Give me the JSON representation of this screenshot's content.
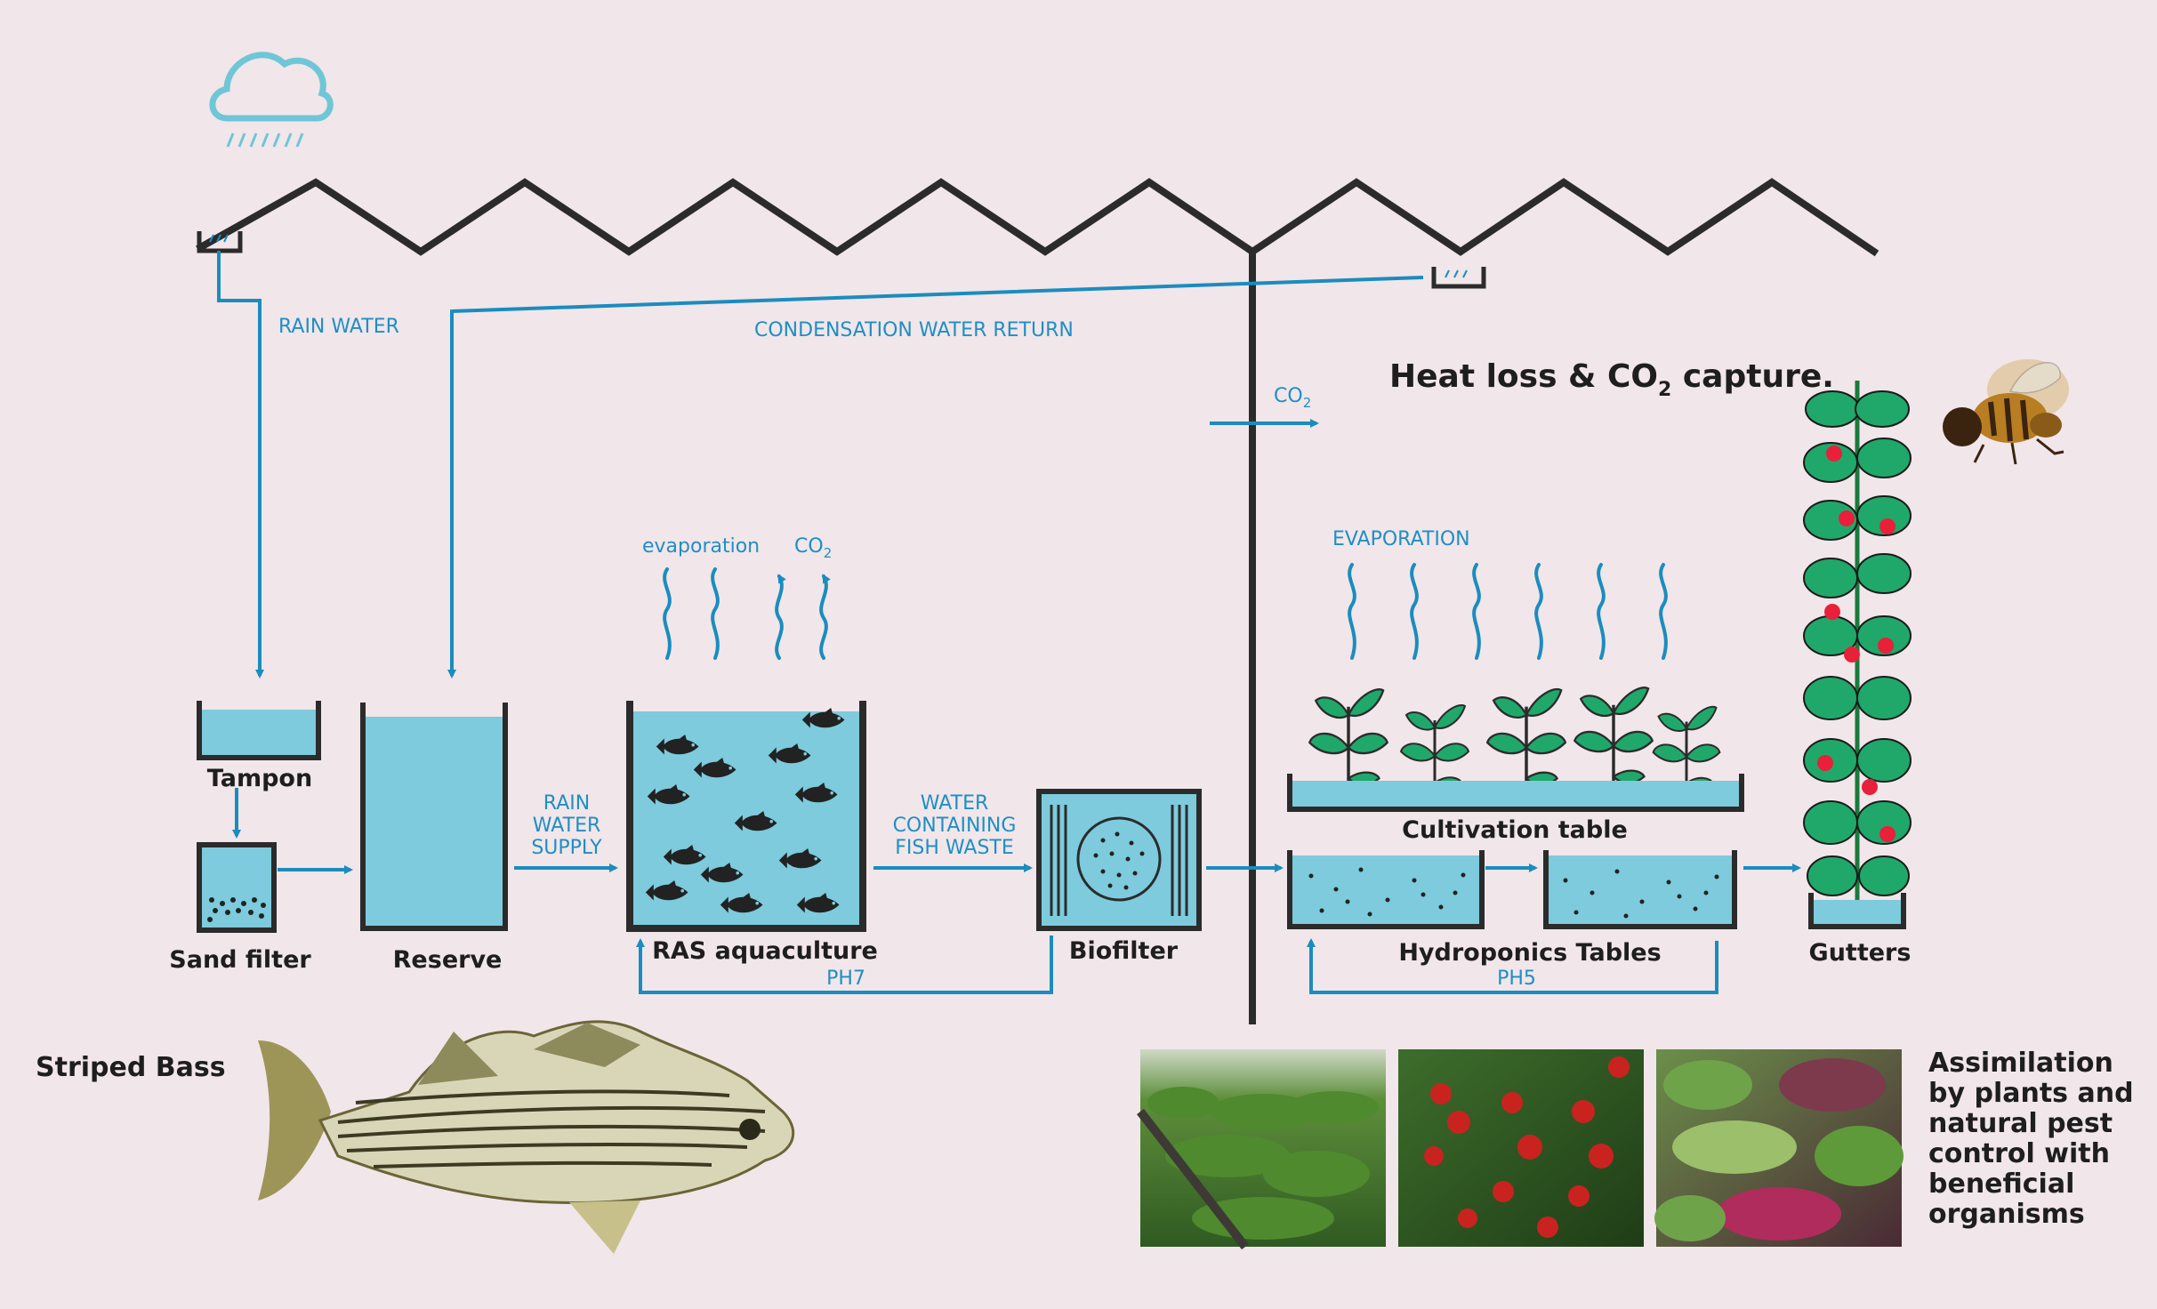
{
  "flows": {
    "rain_water": "RAIN WATER",
    "condensation": "CONDENSATION WATER RETURN",
    "co2_top": "CO",
    "co2_sub": "2",
    "evaporation_fish": "evaporation",
    "co2_fish": "CO",
    "co2_fish_sub": "2",
    "evaporation_plants": "EVAPORATION",
    "rain_supply": [
      "RAIN",
      "WATER",
      "SUPPLY"
    ],
    "fish_waste": [
      "WATER",
      "CONTAINING",
      "FISH WASTE"
    ],
    "ph7": "PH7",
    "ph5": "PH5"
  },
  "heading": {
    "part1": "Heat loss & CO",
    "sub": "2",
    "part2": " capture."
  },
  "components": {
    "tampon": "Tampon",
    "sand_filter": "Sand filter",
    "reserve": "Reserve",
    "ras": "RAS aquaculture",
    "biofilter": "Biofilter",
    "cultivation_table": "Cultivation table",
    "hydroponics": "Hydroponics Tables",
    "gutters": "Gutters"
  },
  "captions": {
    "striped_bass": "Striped Bass",
    "assimilation": [
      "Assimilation",
      "by plants and",
      "natural pest",
      "control with",
      "beneficial",
      "organisms"
    ]
  },
  "icons": [
    "cloud-rain-icon",
    "bee-icon",
    "fish-icon",
    "plant-icon",
    "photo-basil",
    "photo-tomatoes",
    "photo-microgreens"
  ],
  "colors": {
    "background": "#f1e6e9",
    "water": "#7dcbdc",
    "flow": "#1b8cbf",
    "structure": "#2b2b2b",
    "leaf": "#1fa86a"
  }
}
